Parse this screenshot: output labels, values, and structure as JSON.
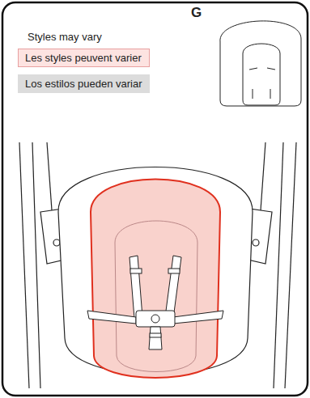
{
  "diagram": {
    "nodes": [
      {
        "text": [
          "Les styles peuvent varier"
        ]
      },
      {
        "text": [
          "Los estilos pueden variar"
        ]
      }
    ],
    "labels": [
      "G",
      "Styles may vary"
    ]
  }
}
